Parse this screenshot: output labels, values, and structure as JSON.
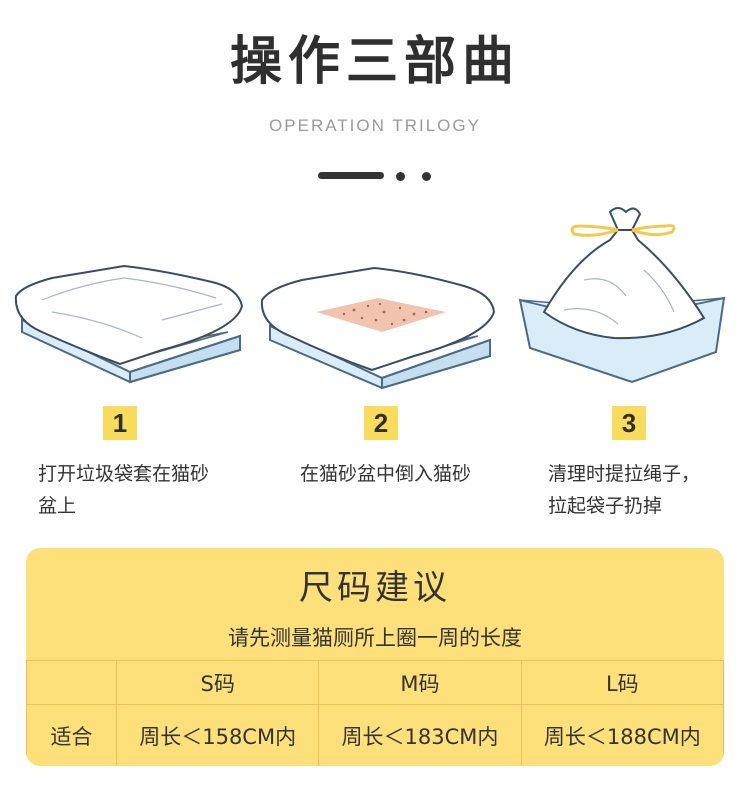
{
  "header": {
    "title": "操作三部曲",
    "subtitle": "OPERATION TRILOGY"
  },
  "steps": [
    {
      "number": "1",
      "lines": [
        "打开垃圾袋套在猫砂",
        "盆上"
      ]
    },
    {
      "number": "2",
      "lines": [
        "在猫砂盆中倒入猫砂"
      ]
    },
    {
      "number": "3",
      "lines": [
        "清理时提拉绳子，",
        "拉起袋子扔掉"
      ]
    }
  ],
  "size_guide": {
    "title": "尺码建议",
    "subtitle": "请先测量猫厕所上圈一周的长度",
    "columns": [
      "S码",
      "M码",
      "L码"
    ],
    "row_label": "适合",
    "values": [
      "周长＜158CM内",
      "周长＜183CM内",
      "周长＜188CM内"
    ]
  },
  "colors": {
    "accent_yellow": "#f9dc5c",
    "card_yellow": "#fde07a",
    "tray_blue": "#d9ecf7",
    "text_dark": "#2f2f2f"
  }
}
